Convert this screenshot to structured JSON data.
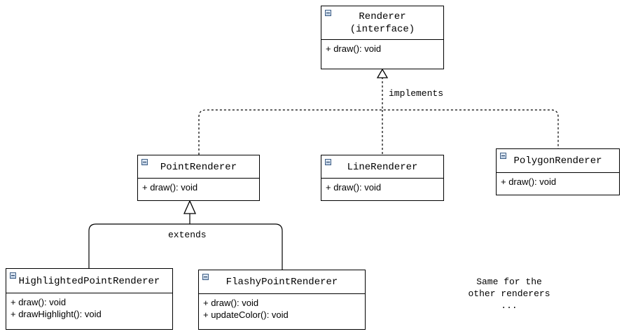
{
  "classes": {
    "renderer": {
      "name": "Renderer",
      "stereotype": "(interface)",
      "methods": [
        "+ draw(): void"
      ]
    },
    "point_renderer": {
      "name": "PointRenderer",
      "methods": [
        "+ draw(): void"
      ]
    },
    "line_renderer": {
      "name": "LineRenderer",
      "methods": [
        "+ draw(): void"
      ]
    },
    "polygon_renderer": {
      "name": "PolygonRenderer",
      "methods": [
        "+ draw(): void"
      ]
    },
    "highlighted_point_renderer": {
      "name": "HighlightedPointRenderer",
      "methods": [
        "+ draw(): void",
        "+ drawHighlight(): void"
      ]
    },
    "flashy_point_renderer": {
      "name": "FlashyPointRenderer",
      "methods": [
        "+ draw(): void",
        "+ updateColor(): void"
      ]
    }
  },
  "relations": {
    "implements_label": "implements",
    "extends_label": "extends"
  },
  "note": {
    "lines": [
      "Same for the",
      "other renderers",
      "..."
    ]
  },
  "colors": {
    "line": "#000000",
    "collapse_icon": "#b8cbe0"
  }
}
